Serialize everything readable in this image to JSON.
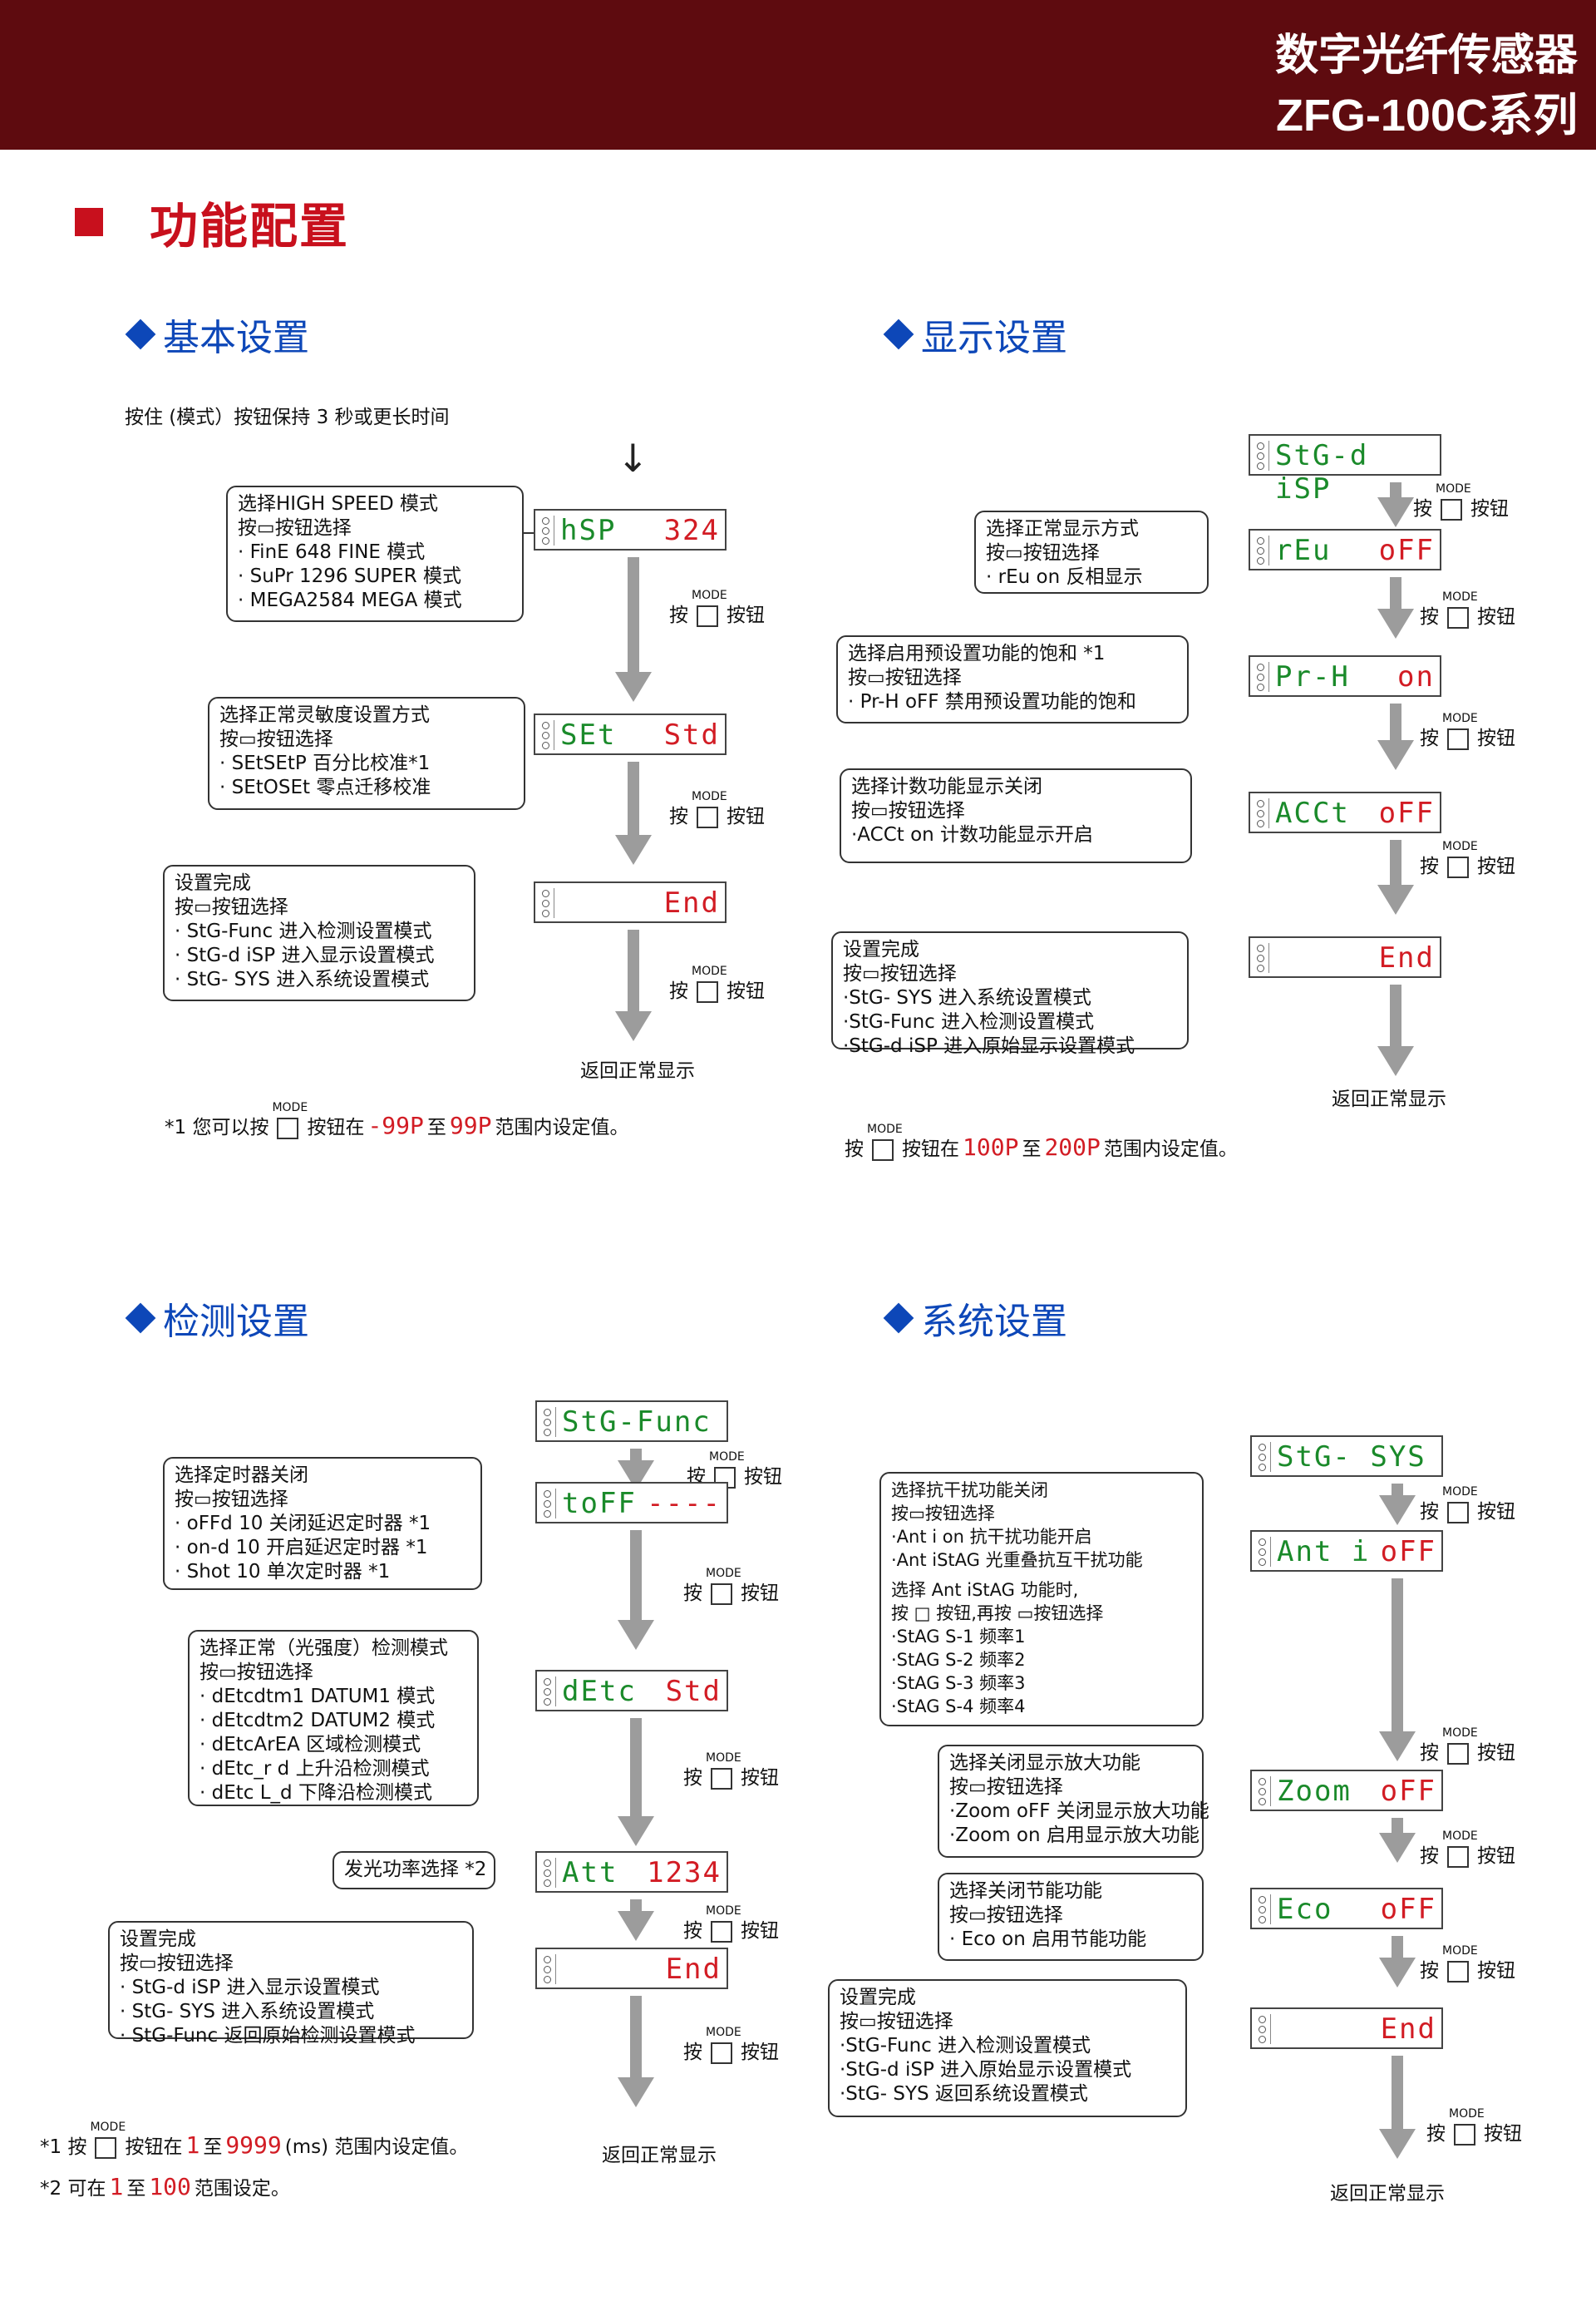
{
  "header": {
    "title": "数字光纤传感器",
    "series": "ZFG-100C系列"
  },
  "page_title": "功能配置",
  "press_label": "按",
  "button_label": "按钮",
  "mode_label": "MODE",
  "return_label": "返回正常显示",
  "basic": {
    "heading": "基本设置",
    "intro": "按住 (模式）按钮保持 3 秒或更长时间",
    "lcd1": {
      "left": "hSP",
      "right": "324"
    },
    "box1": [
      "选择HIGH SPEED 模式",
      "按▭按钮选择",
      "· FinE 648  FINE 模式",
      "· SuPr 1296  SUPER 模式",
      "· MEGA2584  MEGA 模式"
    ],
    "lcd2": {
      "left": "SEt",
      "right": "Std"
    },
    "box2": [
      "选择正常灵敏度设置方式",
      "按▭按钮选择",
      "· SEtSEtP  百分比校准*1",
      "· SEtOSEt  零点迁移校准"
    ],
    "lcd3": {
      "left": "",
      "right": "End"
    },
    "box3": [
      "设置完成",
      "按▭按钮选择",
      "· StG-Func  进入检测设置模式",
      "· StG-d iSP  进入显示设置模式",
      "· StG- SYS  进入系统设置模式"
    ],
    "note": {
      "prefix": "*1  您可以按",
      "mid": "按钮在",
      "v1": "-99P",
      "to": "至",
      "v2": "99P",
      "suffix": "范围内设定值。"
    }
  },
  "display": {
    "heading": "显示设置",
    "lcd0": {
      "left": "StG-d iSP",
      "right": ""
    },
    "lcd1": {
      "left": "rEu",
      "right": "oFF"
    },
    "box1": [
      "选择正常显示方式",
      "按▭按钮选择",
      "· rEu   on  反相显示"
    ],
    "lcd2": {
      "left": "Pr-H",
      "right": "on"
    },
    "box2": [
      "选择启用预设置功能的饱和 *1",
      "按▭按钮选择",
      "· Pr-H oFF 禁用预设置功能的饱和"
    ],
    "lcd3": {
      "left": "ACCt",
      "right": "oFF"
    },
    "box3": [
      "选择计数功能显示关闭",
      "按▭按钮选择",
      "·ACCt   on  计数功能显示开启"
    ],
    "lcd4": {
      "left": "",
      "right": "End"
    },
    "box4": [
      "设置完成",
      "按▭按钮选择",
      "·StG- SYS  进入系统设置模式",
      "·StG-Func  进入检测设置模式",
      "·StG-d iSP  进入原始显示设置模式"
    ],
    "note": {
      "prefix": "按",
      "mid": "按钮在",
      "v1": "100P",
      "to": "至",
      "v2": "200P",
      "suffix": "范围内设定值。"
    }
  },
  "detect": {
    "heading": "检测设置",
    "lcd0": {
      "left": "StG-Func",
      "right": ""
    },
    "lcd1": {
      "left": "toFF",
      "right": "----"
    },
    "box1": [
      "选择定时器关闭",
      "按▭按钮选择",
      "· oFFd   10  关闭延迟定时器 *1",
      "· on-d   10  开启延迟定时器 *1",
      "· Shot   10  单次定时器 *1"
    ],
    "lcd2": {
      "left": "dEtc",
      "right": "Std"
    },
    "box2": [
      "选择正常（光强度）检测模式",
      "按▭按钮选择",
      "· dEtcdtm1  DATUM1 模式",
      "· dEtcdtm2  DATUM2 模式",
      "· dEtcArEA  区域检测模式",
      "· dEtc_r d  上升沿检测模式",
      "· dEtc L_d  下降沿检测模式"
    ],
    "lcd3": {
      "left": "Att",
      "right": "1234"
    },
    "box3": [
      "发光功率选择 *2"
    ],
    "lcd4": {
      "left": "",
      "right": "End"
    },
    "box4": [
      "设置完成",
      "按▭按钮选择",
      "· StG-d iSP  进入显示设置模式",
      "· StG- SYS  进入系统设置模式",
      "· StG-Func  返回原始检测设置模式"
    ],
    "note1": {
      "prefix": "*1  按",
      "mid": "按钮在",
      "v1": "1",
      "to": "至",
      "v2": "9999",
      "suffix": "(ms) 范围内设定值。"
    },
    "note2": {
      "prefix": "*2  可在",
      "v1": "1",
      "to": "至",
      "v2": "100",
      "suffix": "范围设定。"
    }
  },
  "system": {
    "heading": "系统设置",
    "lcd0": {
      "left": "StG- SYS",
      "right": ""
    },
    "lcd1": {
      "left": "Ant i",
      "right": "oFF"
    },
    "box1": [
      "选择抗干扰功能关闭",
      "按▭按钮选择",
      "·Ant i   on  抗干扰功能开启",
      "·Ant iStAG  光重叠抗互干扰功能",
      "选择 Ant iStAG 功能时,",
      "按 □ 按钮,再按 ▭按钮选择",
      "·StAG   S-1  频率1",
      "·StAG   S-2  频率2",
      "·StAG   S-3  频率3",
      "·StAG   S-4  频率4"
    ],
    "lcd2": {
      "left": "Zoom",
      "right": "oFF"
    },
    "box2": [
      "选择关闭显示放大功能",
      "按▭按钮选择",
      "·Zoom  oFF 关闭显示放大功能",
      "·Zoom   on 启用显示放大功能"
    ],
    "lcd3": {
      "left": "Eco",
      "right": "oFF"
    },
    "box3": [
      "选择关闭节能功能",
      "按▭按钮选择",
      "· Eco    on  启用节能功能"
    ],
    "lcd4": {
      "left": "",
      "right": "End"
    },
    "box4": [
      "设置完成",
      "按▭按钮选择",
      "·StG-Func  进入检测设置模式",
      "·StG-d iSP  进入原始显示设置模式",
      "·StG- SYS  返回系统设置模式"
    ]
  }
}
